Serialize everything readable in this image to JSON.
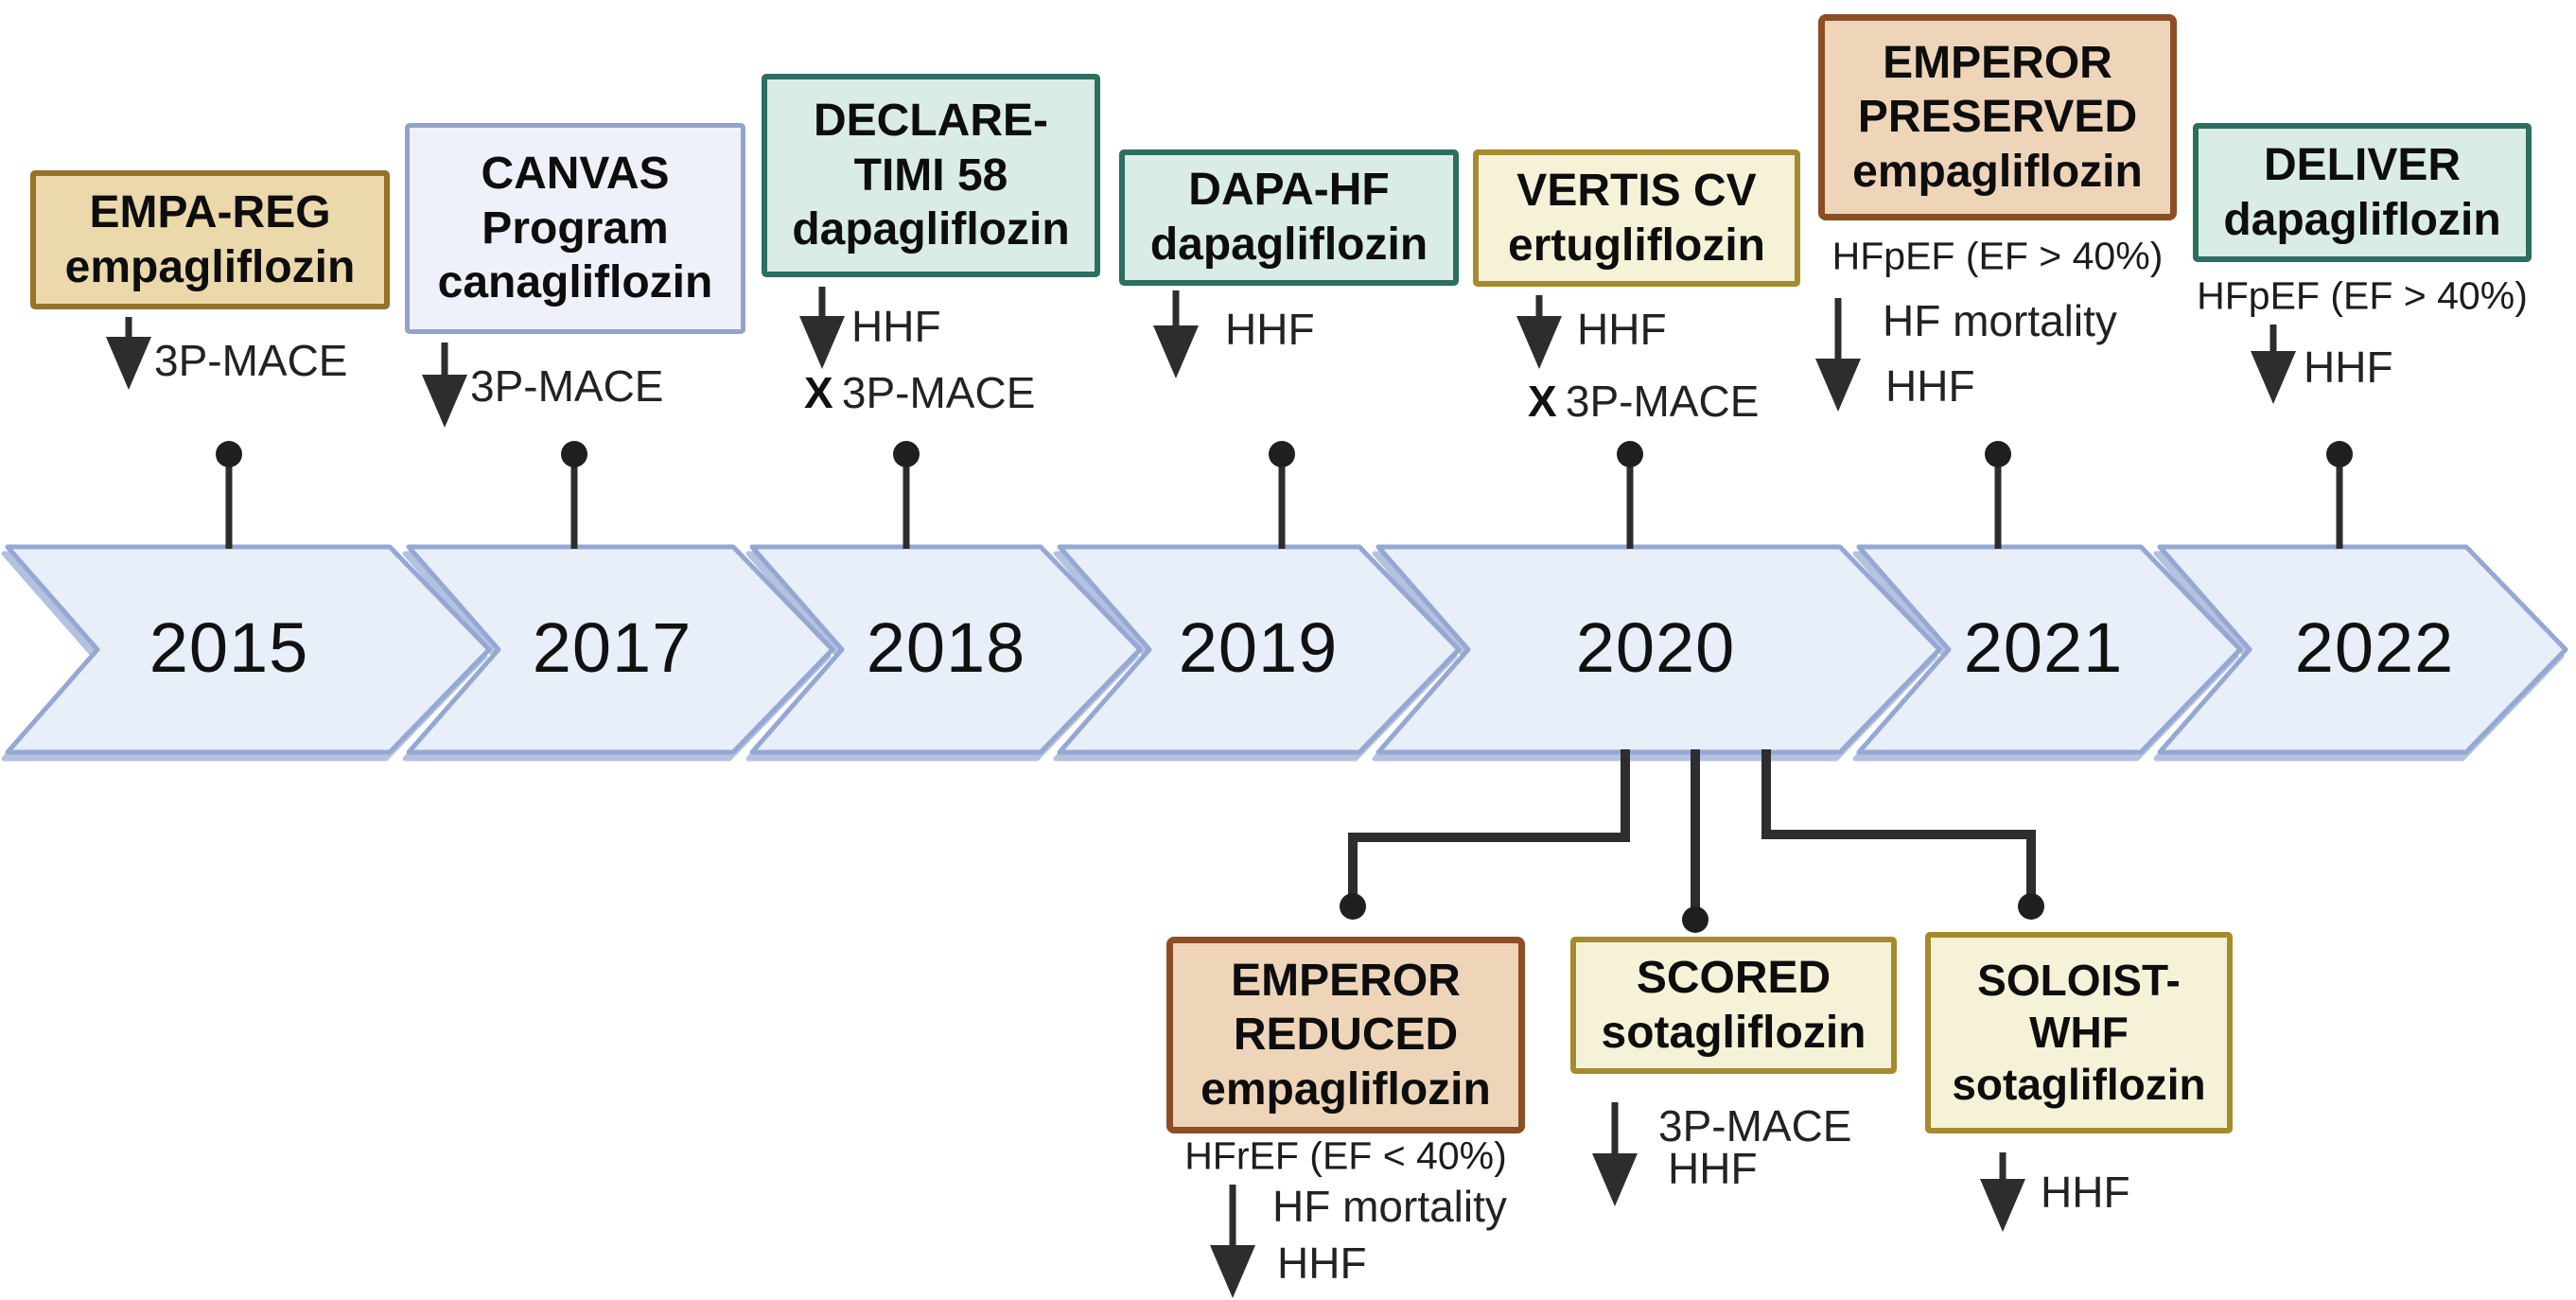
{
  "figure_type": "clinical-trials-timeline",
  "years": [
    "2015",
    "2017",
    "2018",
    "2019",
    "2020",
    "2021",
    "2022"
  ],
  "palettes": {
    "tan": {
      "fill": "#EBD9AC",
      "border": "#96722A"
    },
    "lavender": {
      "fill": "#EEF1F9",
      "border": "#93A2C9"
    },
    "teal": {
      "fill": "#D9ECE6",
      "border": "#2C6E5F"
    },
    "yellow": {
      "fill": "#F5F2D8",
      "border": "#A68B2E"
    },
    "peach": {
      "fill": "#EED5B9",
      "border": "#8C4E24"
    }
  },
  "timeline_colors": {
    "fill": "#E9EFF9",
    "border": "#95A8D3",
    "shadow": "#B4C2E0"
  },
  "line_color": "#2D2D2D",
  "trials": [
    {
      "id": "empa-reg",
      "year": "2015",
      "side": "above",
      "palette": "tan",
      "title_lines": [
        "EMPA-REG",
        "empagliflozin"
      ],
      "outcomes": [
        {
          "direction": "down",
          "labels": [
            "3P-MACE"
          ]
        }
      ]
    },
    {
      "id": "canvas-program",
      "year": "2017",
      "side": "above",
      "palette": "lavender",
      "title_lines": [
        "CANVAS",
        "Program",
        "canagliflozin"
      ],
      "outcomes": [
        {
          "direction": "down",
          "labels": [
            "3P-MACE"
          ]
        }
      ]
    },
    {
      "id": "declare-timi-58",
      "year": "2018",
      "side": "above",
      "palette": "teal",
      "title_lines": [
        "DECLARE-",
        "TIMI 58",
        "dapagliflozin"
      ],
      "outcomes": [
        {
          "direction": "down",
          "labels": [
            "HHF"
          ]
        },
        {
          "direction": "none",
          "prefix": "X",
          "labels": [
            "3P-MACE"
          ]
        }
      ]
    },
    {
      "id": "dapa-hf",
      "year": "2019",
      "side": "above",
      "palette": "teal",
      "title_lines": [
        "DAPA-HF",
        "dapagliflozin"
      ],
      "outcomes": [
        {
          "direction": "down",
          "labels": [
            "HHF"
          ]
        }
      ]
    },
    {
      "id": "vertis-cv",
      "year": "2020",
      "side": "above",
      "palette": "yellow",
      "title_lines": [
        "VERTIS CV",
        "ertugliflozin"
      ],
      "outcomes": [
        {
          "direction": "down",
          "labels": [
            "HHF"
          ]
        },
        {
          "direction": "none",
          "prefix": "X",
          "labels": [
            "3P-MACE"
          ]
        }
      ]
    },
    {
      "id": "emperor-preserved",
      "year": "2021",
      "side": "above",
      "palette": "peach",
      "title_lines": [
        "EMPEROR",
        "PRESERVED",
        "empagliflozin"
      ],
      "subtitle": "HFpEF (EF > 40%)",
      "outcomes": [
        {
          "direction": "down",
          "labels": [
            "HF mortality",
            "HHF"
          ]
        }
      ]
    },
    {
      "id": "deliver",
      "year": "2022",
      "side": "above",
      "palette": "teal",
      "title_lines": [
        "DELIVER",
        "dapagliflozin"
      ],
      "subtitle": "HFpEF (EF > 40%)",
      "outcomes": [
        {
          "direction": "down",
          "labels": [
            "HHF"
          ]
        }
      ]
    },
    {
      "id": "emperor-reduced",
      "year": "2020",
      "side": "below",
      "palette": "peach",
      "title_lines": [
        "EMPEROR",
        "REDUCED",
        "empagliflozin"
      ],
      "subtitle": "HFrEF (EF < 40%)",
      "outcomes": [
        {
          "direction": "down",
          "labels": [
            "HF mortality",
            "HHF"
          ]
        }
      ]
    },
    {
      "id": "scored",
      "year": "2020",
      "side": "below",
      "palette": "yellow",
      "title_lines": [
        "SCORED",
        "sotagliflozin"
      ],
      "outcomes": [
        {
          "direction": "down",
          "labels": [
            "3P-MACE",
            "HHF"
          ]
        }
      ]
    },
    {
      "id": "soloist-whf",
      "year": "2020",
      "side": "below",
      "palette": "yellow",
      "title_lines": [
        "SOLOIST-",
        "WHF",
        "sotagliflozin"
      ],
      "outcomes": [
        {
          "direction": "down",
          "labels": [
            "HHF"
          ]
        }
      ]
    }
  ]
}
